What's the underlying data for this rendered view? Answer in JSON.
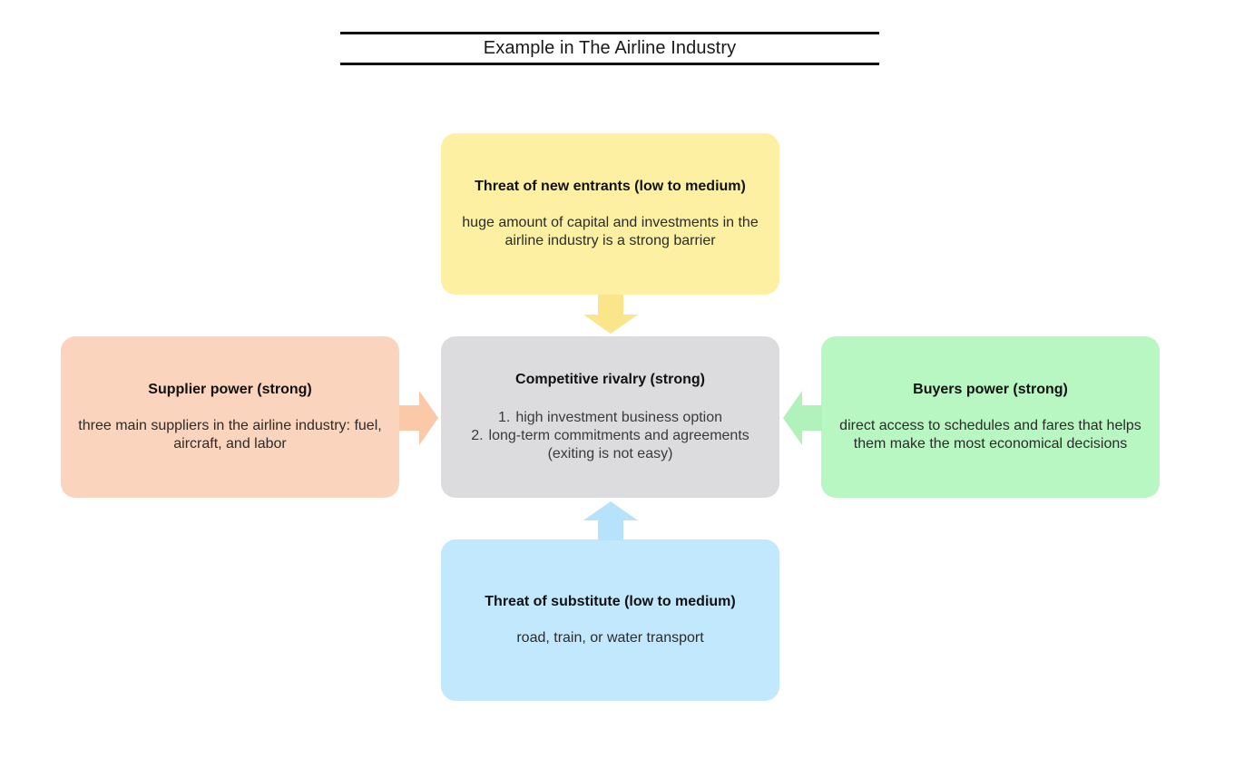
{
  "title": "Example in The Airline Industry",
  "colors": {
    "top": "#fdf0a2",
    "center": "#dcdcde",
    "left": "#fbd4bd",
    "right": "#b8f6c2",
    "bottom": "#c2e8fd"
  },
  "forces": {
    "new_entrants": {
      "heading": "Threat of new entrants (low to medium)",
      "body": "huge amount of capital and investments in the airline industry is a strong barrier"
    },
    "rivalry": {
      "heading": "Competitive rivalry (strong)",
      "items": [
        {
          "num": "1.",
          "text": "high investment business option"
        },
        {
          "num": "2.",
          "text": "long-term commitments and agreements (exiting is not easy)"
        }
      ]
    },
    "supplier": {
      "heading": "Supplier power (strong)",
      "body": "three main suppliers in the airline industry: fuel, aircraft, and labor"
    },
    "buyers": {
      "heading": "Buyers power (strong)",
      "body": "direct access to schedules and fares that helps them make the most economical decisions"
    },
    "substitute": {
      "heading": "Threat of substitute (low to medium)",
      "body": "road, train, or water transport"
    }
  }
}
